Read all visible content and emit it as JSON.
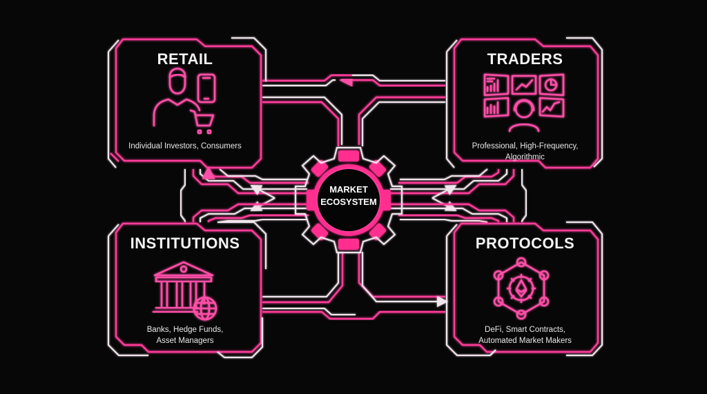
{
  "diagram": {
    "hub": {
      "line1": "MARKET",
      "line2": "ECOSYSTEM",
      "icon": "gear-icon"
    },
    "nodes": [
      {
        "id": "retail",
        "title": "RETAIL",
        "subtitle_lines": [
          "Individual Investors, Consumers"
        ],
        "icon": "person-phone-cart-icon",
        "position": "top-left"
      },
      {
        "id": "traders",
        "title": "TRADERS",
        "subtitle_lines": [
          "Professional, High-Frequency,",
          "Algorithmic"
        ],
        "icon": "trader-monitors-icon",
        "position": "top-right"
      },
      {
        "id": "institutions",
        "title": "INSTITUTIONS",
        "subtitle_lines": [
          "Banks, Hedge Funds,",
          "Asset Managers"
        ],
        "icon": "bank-globe-icon",
        "position": "bottom-left"
      },
      {
        "id": "protocols",
        "title": "PROTOCOLS",
        "subtitle_lines": [
          "DeFi, Smart Contracts,",
          "Automated Market Makers"
        ],
        "icon": "ethereum-network-icon",
        "position": "bottom-right"
      }
    ],
    "connections": [
      {
        "from": "retail",
        "to": "traders",
        "type": "bidirectional"
      },
      {
        "from": "institutions",
        "to": "protocols",
        "type": "bidirectional"
      },
      {
        "from": "retail",
        "to": "institutions",
        "type": "bidirectional"
      },
      {
        "from": "traders",
        "to": "protocols",
        "type": "bidirectional"
      },
      {
        "from": "hub",
        "to": "retail",
        "type": "bidirectional"
      },
      {
        "from": "hub",
        "to": "traders",
        "type": "bidirectional"
      },
      {
        "from": "hub",
        "to": "institutions",
        "type": "bidirectional"
      },
      {
        "from": "hub",
        "to": "protocols",
        "type": "bidirectional"
      }
    ],
    "colors": {
      "background": "#070707",
      "accent_pink": "#ff3d9a",
      "accent_white": "#f2e6ee",
      "text": "#f4f4f4"
    }
  }
}
